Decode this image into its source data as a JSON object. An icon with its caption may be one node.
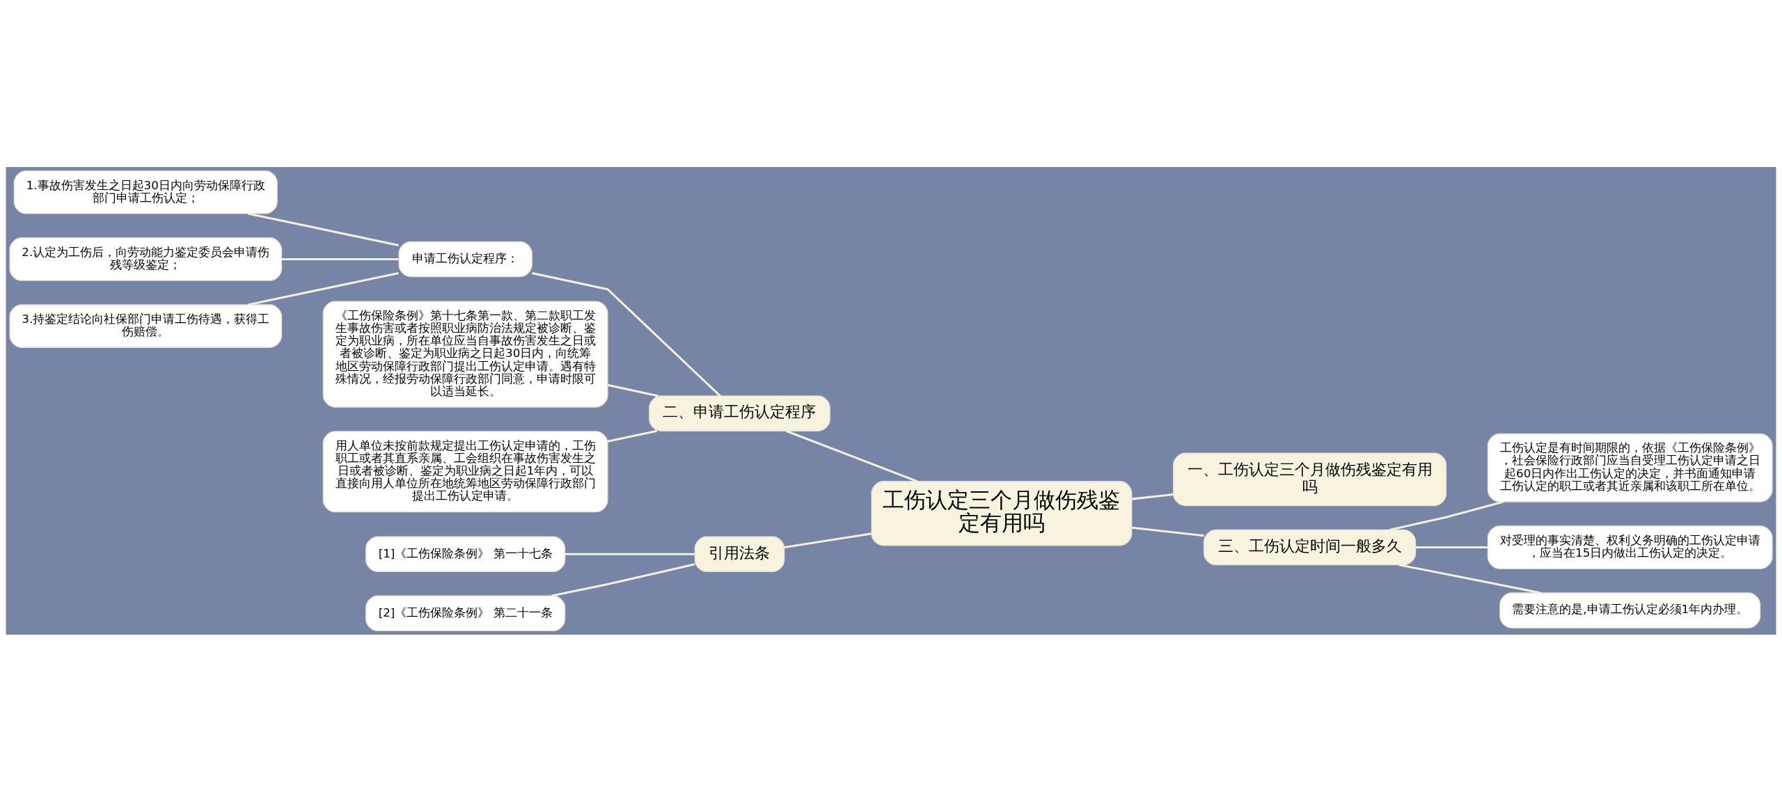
{
  "diagram": {
    "nodes": [
      {
        "text": [
          "工伤认定三个月做伤残鉴定有用吗"
        ]
      },
      {
        "text": [
          "一、工伤认定三个月做伤残鉴定有用吗"
        ]
      },
      {
        "text": [
          "三、工伤认定时间一般多久"
        ]
      },
      {
        "text": [
          "工伤认定是有时间期限的，依据《工伤保险条例》，社会保险行政部门应当自受理工伤认定申请之日起60日内作出工伤认定的决定，并书面通知申请工伤认定的职工或者其近亲属和该职工所在单位。"
        ]
      },
      {
        "text": [
          "对受理的事实清楚、权利义务明确的工伤认定申请，应当在15日内做出工伤认定的决定。"
        ]
      },
      {
        "text": [
          "需要注意的是,申请工伤认定必须1年内办理。"
        ]
      },
      {
        "text": [
          "二、申请工伤认定程序"
        ]
      },
      {
        "text": [
          "申请工伤认定程序："
        ]
      },
      {
        "text": [
          "1.事故伤害发生之日起30日内向劳动保障行政部门申请工伤认定；"
        ]
      },
      {
        "text": [
          "2.认定为工伤后，向劳动能力鉴定委员会申请伤残等级鉴定；"
        ]
      },
      {
        "text": [
          "3.持鉴定结论向社保部门申请工伤待遇，获得工伤赔偿。"
        ]
      },
      {
        "text": [
          "《工伤保险条例》第十七条第一款、第二款职工发生事故伤害或者按照职业病防治法规定被诊断、鉴定为职业病，所在单位应当自事故伤害发生之日或者被诊断、鉴定为职业病之日起30日内，向统筹地区劳动保障行政部门提出工伤认定申请。遇有特殊情况，经报劳动保障行政部门同意，申请时限可以适当延长。"
        ]
      },
      {
        "text": [
          "用人单位未按前款规定提出工伤认定申请的，工伤职工或者其直系亲属、工会组织在事故伤害发生之日或者被诊断、鉴定为职业病之日起1年内，可以直接向用人单位所在地统筹地区劳动保障行政部门提出工伤认定申请。"
        ]
      },
      {
        "text": [
          "引用法条"
        ]
      },
      {
        "text": [
          "[1]《工伤保险条例》 第一十七条"
        ]
      },
      {
        "text": [
          "[2]《工伤保险条例》 第二十一条"
        ]
      }
    ],
    "edges": [
      {
        "from": 0,
        "to": 1,
        "arrow": "none"
      },
      {
        "from": 0,
        "to": 2,
        "arrow": "none"
      },
      {
        "from": 2,
        "to": 3,
        "arrow": "none"
      },
      {
        "from": 2,
        "to": 4,
        "arrow": "none"
      },
      {
        "from": 2,
        "to": 5,
        "arrow": "none"
      },
      {
        "from": 0,
        "to": 6,
        "arrow": "none"
      },
      {
        "from": 6,
        "to": 7,
        "arrow": "none"
      },
      {
        "from": 7,
        "to": 8,
        "arrow": "none"
      },
      {
        "from": 7,
        "to": 9,
        "arrow": "none"
      },
      {
        "from": 7,
        "to": 10,
        "arrow": "none"
      },
      {
        "from": 6,
        "to": 11,
        "arrow": "none"
      },
      {
        "from": 6,
        "to": 12,
        "arrow": "none"
      },
      {
        "from": 0,
        "to": 13,
        "arrow": "none"
      },
      {
        "from": 13,
        "to": 14,
        "arrow": "none"
      },
      {
        "from": 13,
        "to": 15,
        "arrow": "none"
      }
    ]
  }
}
